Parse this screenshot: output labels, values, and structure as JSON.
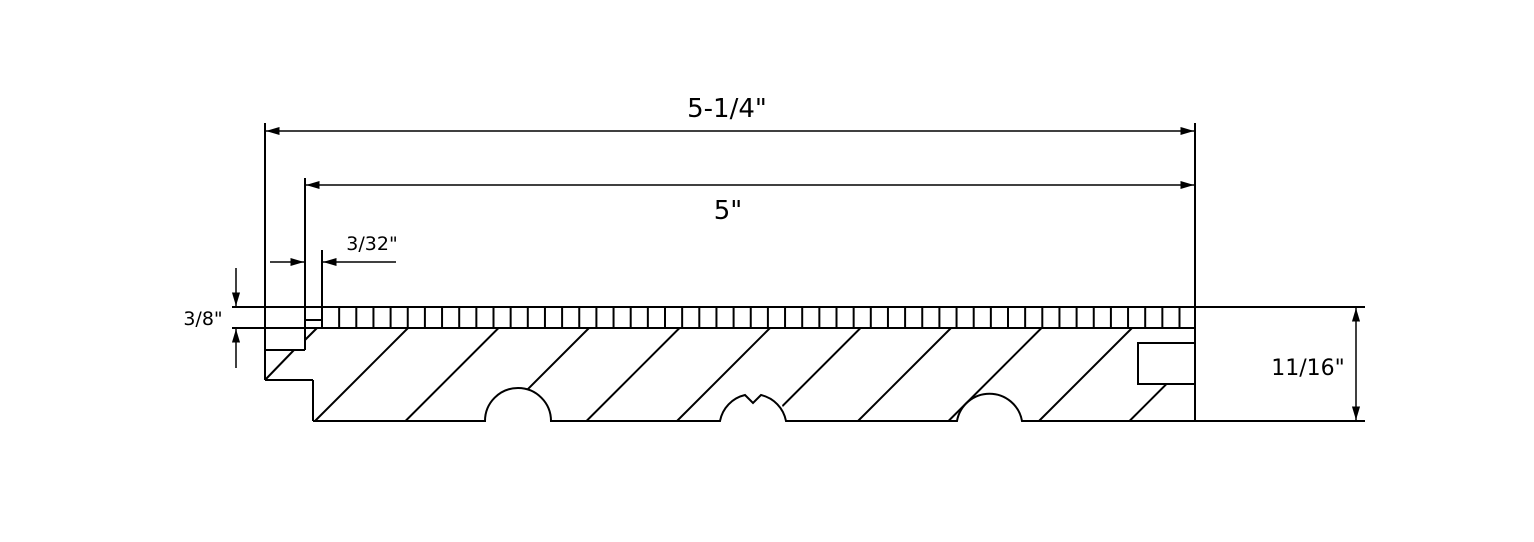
{
  "drawing": {
    "dimensions": {
      "overall_width": "5-1/4\"",
      "face_width": "5\"",
      "tongue_offset": "3/32\"",
      "face_thickness": "3/8\"",
      "total_thickness": "11/16\""
    },
    "line_color": "#000000",
    "background": "#ffffff"
  }
}
